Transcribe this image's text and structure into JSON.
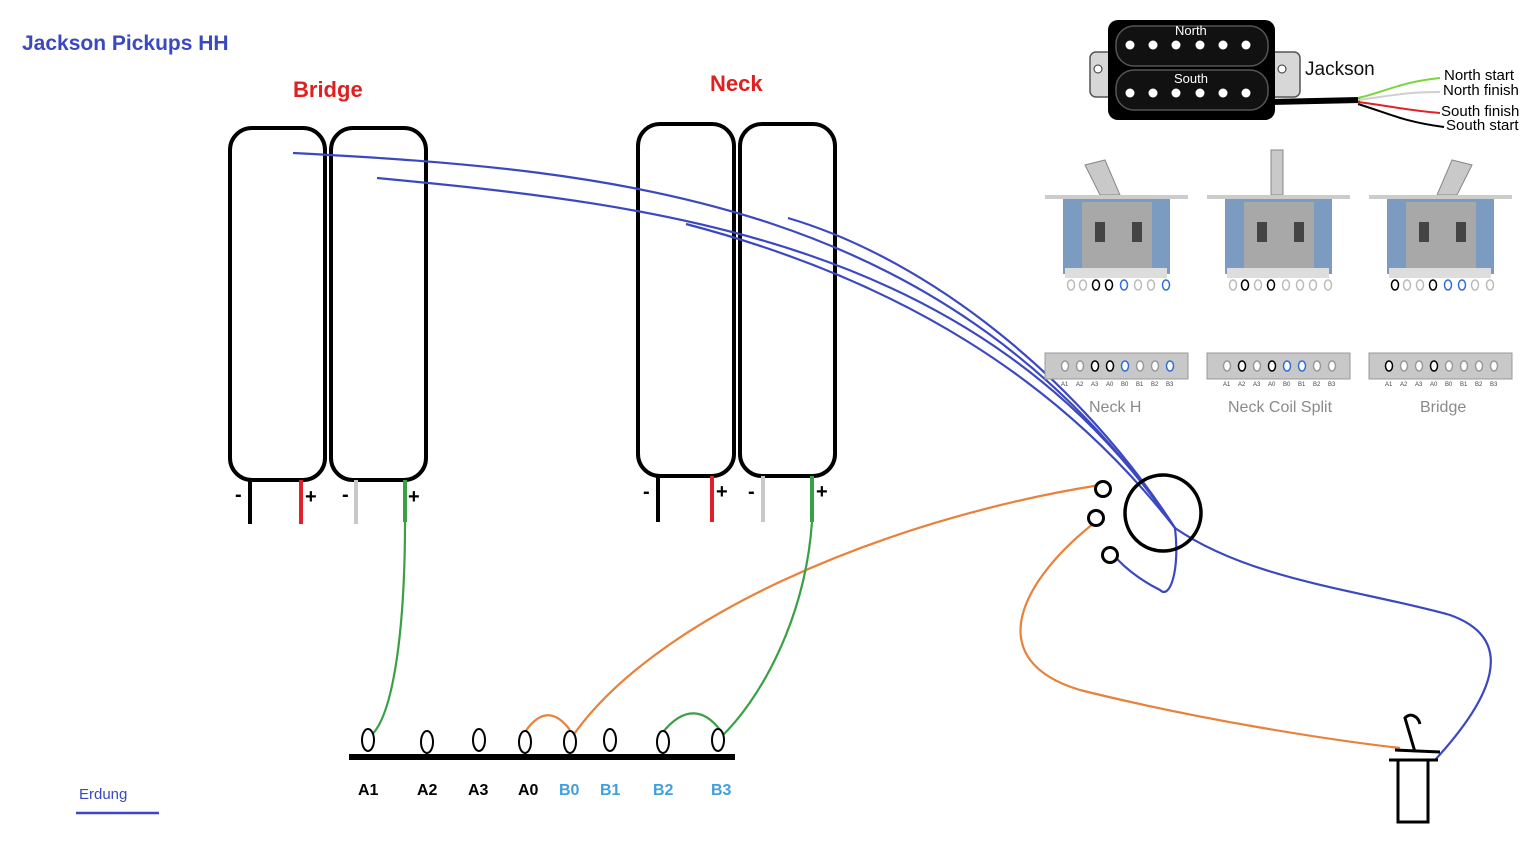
{
  "title": "Jackson Pickups HH",
  "pickups": {
    "bridge_label": "Bridge",
    "neck_label": "Neck",
    "minus": "-",
    "plus": "+"
  },
  "switch_lugs": [
    {
      "label": "A1",
      "color": "#000000"
    },
    {
      "label": "A2",
      "color": "#000000"
    },
    {
      "label": "A3",
      "color": "#000000"
    },
    {
      "label": "A0",
      "color": "#000000"
    },
    {
      "label": "B0",
      "color": "#3fa0dc"
    },
    {
      "label": "B1",
      "color": "#3fa0dc"
    },
    {
      "label": "B2",
      "color": "#3fa0dc"
    },
    {
      "label": "B3",
      "color": "#3fa0dc"
    }
  ],
  "legend": {
    "label": "Erdung",
    "color": "#3b48c0"
  },
  "humbucker": {
    "north": "North",
    "south": "South",
    "brand": "Jackson",
    "wires": [
      "North start",
      "North finish",
      "South finish",
      "South start"
    ]
  },
  "switch_positions": [
    {
      "caption": "Neck H",
      "tiny_labels": [
        "A1",
        "A2",
        "A3",
        "A0",
        "B0",
        "B1",
        "B2",
        "B3"
      ]
    },
    {
      "caption": "Neck Coil Split",
      "tiny_labels": [
        "A1",
        "A2",
        "A3",
        "A0",
        "B0",
        "B1",
        "B2",
        "B3"
      ]
    },
    {
      "caption": "Bridge",
      "tiny_labels": [
        "A1",
        "A2",
        "A3",
        "A0",
        "B0",
        "B1",
        "B2",
        "B3"
      ]
    }
  ],
  "colors": {
    "ground_wire": "#3b48c0",
    "hot_wire": "#e8823a",
    "signal_wire": "#3aa045",
    "red_lead": "#e0202a",
    "grey_lead": "#c8c8c8",
    "switch_plate": "#7b9cc0"
  }
}
